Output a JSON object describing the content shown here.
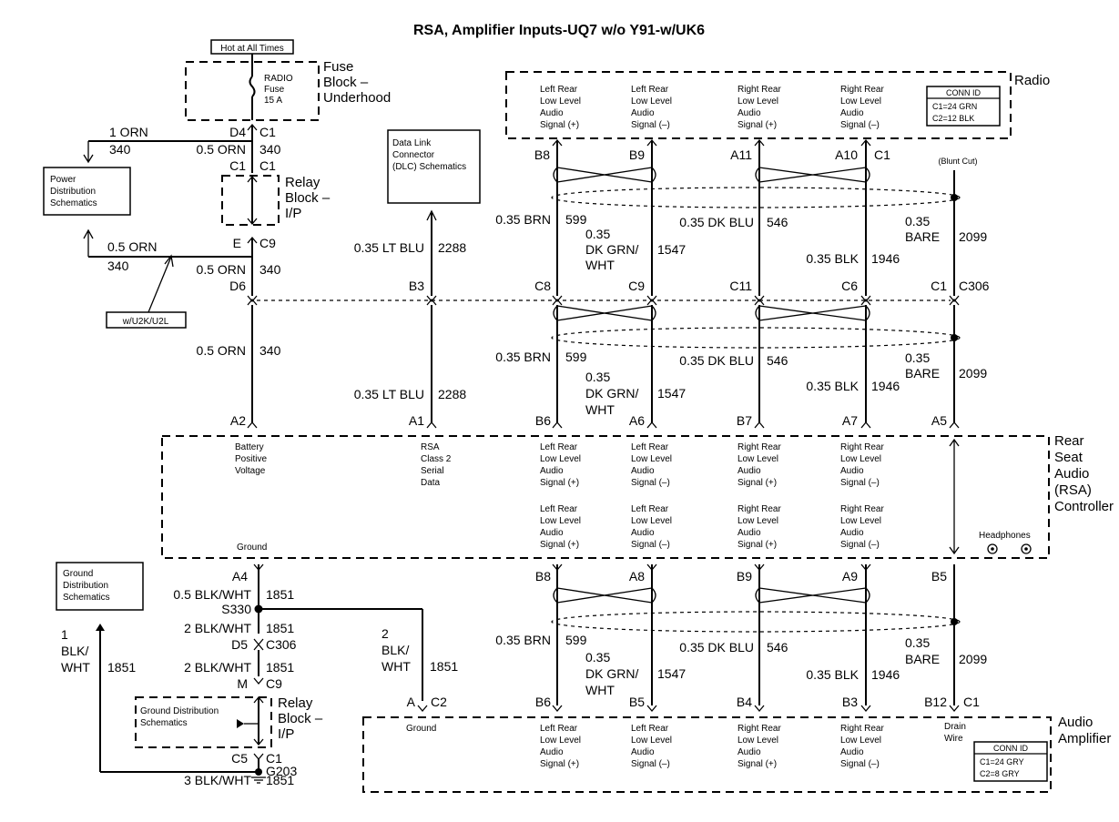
{
  "title": "RSA, Amplifier Inputs-UQ7 w/o Y91-w/UK6",
  "fuse": {
    "hot_label": "Hot at All Times",
    "fuse_text": [
      "RADIO",
      "Fuse",
      "15 A"
    ],
    "block_label": [
      "Fuse",
      "Block –",
      "Underhood"
    ],
    "pin": "D4",
    "conn": "C1"
  },
  "relay_block_top": {
    "label": [
      "Relay",
      "Block –",
      "I/P"
    ],
    "pin_top": "C1",
    "conn_top": "C1",
    "pin_bottom": "E",
    "conn_bottom": "C9"
  },
  "power_distribution": {
    "label": [
      "Power",
      "Distribution",
      "Schematics"
    ],
    "wire1_color": "1 ORN",
    "wire1_circuit": "340",
    "wire2_color": "0.5 ORN",
    "wire2_circuit": "340"
  },
  "upper_left_wires": {
    "w_340_top_color": "0.5 ORN",
    "w_340_top_circuit": "340",
    "option_note": "w/U2K/U2L",
    "w_340_mid_color": "0.5 ORN",
    "w_340_mid_circuit": "340",
    "w_340_low_color": "0.5 ORN",
    "w_340_low_circuit": "340"
  },
  "dlc": {
    "label": [
      "Data Link",
      "Connector",
      "(DLC) Schematics"
    ],
    "wire_color": "0.35 LT BLU",
    "wire_circuit": "2288"
  },
  "radio": {
    "name": "Radio",
    "signals": [
      [
        "Left Rear",
        "Low Level",
        "Audio",
        "Signal (+)"
      ],
      [
        "Left Rear",
        "Low Level",
        "Audio",
        "Signal (–)"
      ],
      [
        "Right Rear",
        "Low Level",
        "Audio",
        "Signal (+)"
      ],
      [
        "Right Rear",
        "Low Level",
        "Audio",
        "Signal (–)"
      ]
    ],
    "conn_id_title": "CONN ID",
    "conn_id": [
      "C1=24 GRN",
      "C2=12 BLK"
    ],
    "pins": [
      "B8",
      "B9",
      "A11",
      "A10"
    ],
    "conn": "C1",
    "blunt_cut": "(Blunt Cut)"
  },
  "c306": {
    "pins": [
      "D6",
      "B3",
      "C8",
      "C9",
      "C11",
      "C6",
      "C1"
    ],
    "name": "C306"
  },
  "wires": {
    "brn": {
      "color": "0.35 BRN",
      "circuit": "599"
    },
    "dkgrn": {
      "size": "0.35",
      "color1": "DK GRN/",
      "color2": "WHT",
      "circuit": "1547"
    },
    "dkblu": {
      "color": "0.35 DK BLU",
      "circuit": "546"
    },
    "blk": {
      "color": "0.35 BLK",
      "circuit": "1946"
    },
    "bare": {
      "size": "0.35",
      "color": "BARE",
      "circuit": "2099"
    }
  },
  "rsa": {
    "name": [
      "Rear",
      "Seat",
      "Audio",
      "(RSA)",
      "Controller"
    ],
    "pins_top": [
      "A2",
      "A1",
      "B6",
      "A6",
      "B7",
      "A7",
      "A5"
    ],
    "battery": [
      "Battery",
      "Positive",
      "Voltage"
    ],
    "serial": [
      "RSA",
      "Class 2",
      "Serial",
      "Data"
    ],
    "signals_top": [
      [
        "Left Rear",
        "Low Level",
        "Audio",
        "Signal (+)"
      ],
      [
        "Left Rear",
        "Low Level",
        "Audio",
        "Signal (–)"
      ],
      [
        "Right Rear",
        "Low Level",
        "Audio",
        "Signal (+)"
      ],
      [
        "Right Rear",
        "Low Level",
        "Audio",
        "Signal (–)"
      ]
    ],
    "signals_bottom": [
      [
        "Left Rear",
        "Low Level",
        "Audio",
        "Signal (+)"
      ],
      [
        "Left Rear",
        "Low Level",
        "Audio",
        "Signal (–)"
      ],
      [
        "Right Rear",
        "Low Level",
        "Audio",
        "Signal (+)"
      ],
      [
        "Right Rear",
        "Low Level",
        "Audio",
        "Signal (–)"
      ]
    ],
    "ground": "Ground",
    "headphones": "Headphones",
    "pins_bottom": [
      "A4",
      "B8",
      "A8",
      "B9",
      "A9",
      "B5"
    ]
  },
  "ground": {
    "gds_label": [
      "Ground",
      "Distribution",
      "Schematics"
    ],
    "gds_wire": [
      "1",
      "BLK/",
      "WHT"
    ],
    "gds_circuit": "1851",
    "w1_color": "0.5 BLK/WHT",
    "w1_circuit": "1851",
    "splice": "S330",
    "w2_color": "2 BLK/WHT",
    "w2_circuit": "1851",
    "d5": "D5",
    "c306": "C306",
    "w3_color": "2 BLK/WHT",
    "w3_circuit": "1851",
    "m": "M",
    "c9": "C9",
    "relay_label": [
      "Relay",
      "Block –",
      "I/P"
    ],
    "gds2_label": [
      "Ground Distribution",
      "Schematics"
    ],
    "c5": "C5",
    "c1": "C1",
    "w4_color": "3 BLK/WHT",
    "w4_circuit": "1851",
    "g203": "G203",
    "amp_wire": [
      "2",
      "BLK/",
      "WHT"
    ],
    "amp_circuit": "1851",
    "amp_pin": "A",
    "amp_conn": "C2"
  },
  "amplifier": {
    "name": [
      "Audio",
      "Amplifier"
    ],
    "pins": [
      "B6",
      "B5",
      "B4",
      "B3",
      "B12"
    ],
    "conn": "C1",
    "ground": "Ground",
    "signals": [
      [
        "Left Rear",
        "Low Level",
        "Audio",
        "Signal (+)"
      ],
      [
        "Left Rear",
        "Low Level",
        "Audio",
        "Signal (–)"
      ],
      [
        "Right Rear",
        "Low Level",
        "Audio",
        "Signal (+)"
      ],
      [
        "Right Rear",
        "Low Level",
        "Audio",
        "Signal (–)"
      ]
    ],
    "drain": [
      "Drain",
      "Wire"
    ],
    "conn_id_title": "CONN ID",
    "conn_id": [
      "C1=24 GRY",
      "C2=8 GRY"
    ]
  }
}
